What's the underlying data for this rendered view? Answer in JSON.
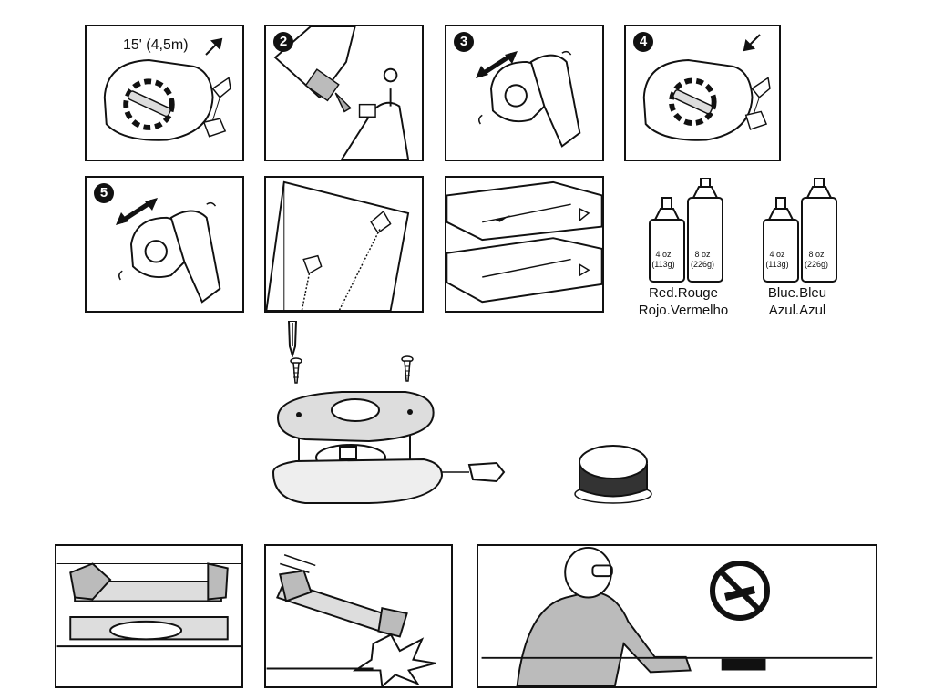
{
  "steps": {
    "length_label": "15' (4,5m)",
    "step2": "2",
    "step3": "3",
    "step4": "4",
    "step5": "5"
  },
  "refills": {
    "red": {
      "small": {
        "size": "4 oz",
        "weight": "(113g)"
      },
      "large": {
        "size": "8 oz",
        "weight": "(226g)"
      },
      "caption_line1": "Red.Rouge",
      "caption_line2": "Rojo.Vermelho",
      "color": "#111111"
    },
    "blue": {
      "small": {
        "size": "4 oz",
        "weight": "(113g)"
      },
      "large": {
        "size": "8 oz",
        "weight": "(226g)"
      },
      "caption_line1": "Blue.Bleu",
      "caption_line2": "Azul.Azul",
      "color": "#111111"
    }
  },
  "icons": {
    "arrow": "arrow-icon",
    "prohibition": "prohibition-icon",
    "screw": "screw-icon"
  }
}
